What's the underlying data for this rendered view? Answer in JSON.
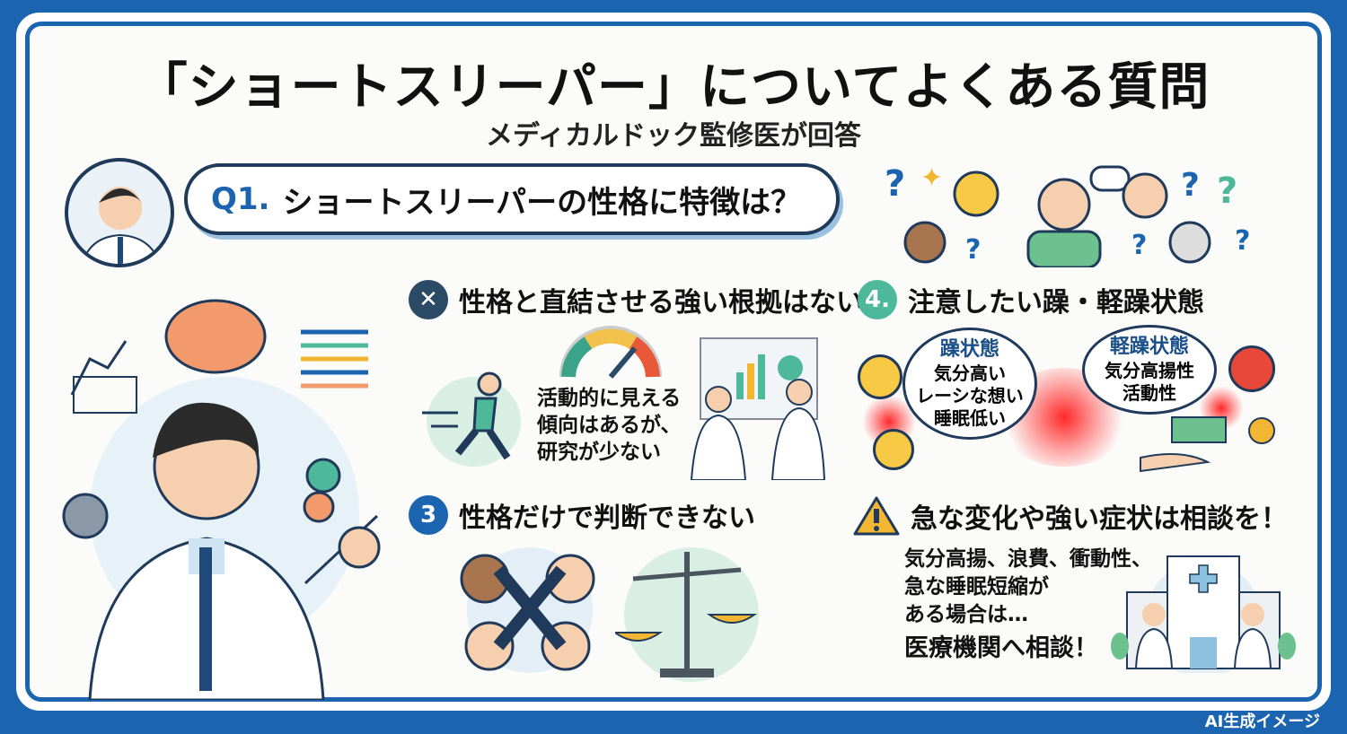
{
  "header": {
    "title": "「ショートスリーパー」についてよくある質問",
    "subtitle": "メディカルドック監修医が回答"
  },
  "question": {
    "number": "Q1.",
    "text": "ショートスリーパーの性格に特徴は？"
  },
  "sections": [
    {
      "icon": "x-mark-icon",
      "badge": "✕",
      "heading": "性格と直結させる強い根拠はない",
      "body": [
        "活動的に見える",
        "傾向はあるが、",
        "研究が少ない"
      ],
      "color": "#2b4a66"
    },
    {
      "icon": "number-badge",
      "badge": "3",
      "heading": "性格だけで判断できない",
      "color": "#1b64b0"
    },
    {
      "icon": "number-badge",
      "badge": "4.",
      "heading": "注意したい躁・軽躁状態",
      "color": "#4db89a",
      "clouds": [
        {
          "title": "躁状態",
          "lines": [
            "気分高い",
            "レーシな想い",
            "睡眠低い"
          ]
        },
        {
          "title": "軽躁状態",
          "lines": [
            "気分高揚性",
            "活動性"
          ]
        }
      ]
    },
    {
      "icon": "warning-icon",
      "badge": "!",
      "heading": "急な変化や強い症状は相談を！",
      "body": [
        "気分高揚、浪費、衝動性、",
        "急な睡眠短縮が",
        "ある場合は…"
      ],
      "emphasis": "医療機関へ相談！",
      "color": "#f2b632"
    }
  ],
  "footer": {
    "label": "AI生成イメージ"
  },
  "colors": {
    "frame": "#1b64b0",
    "accent": "#1b64b0",
    "navy": "#1f3a5a"
  }
}
